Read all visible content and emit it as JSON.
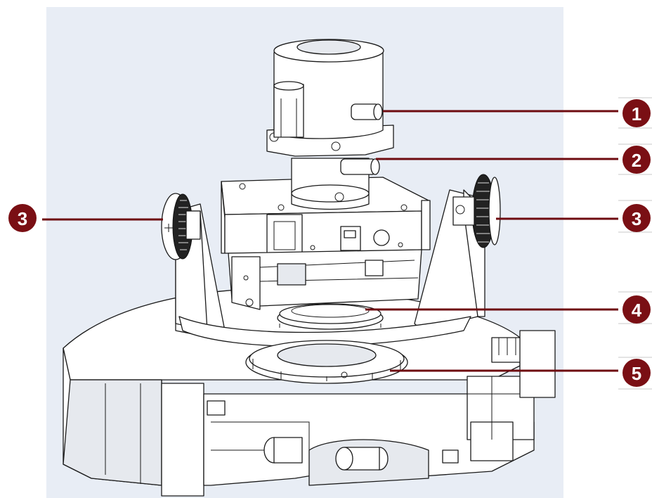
{
  "colors": {
    "panel_background": "#e8edf5",
    "callout": "#7a0f14",
    "callout_line": "#6e0b10",
    "rule_gray": "#c8c8c8"
  },
  "callouts": [
    {
      "number": "1",
      "target": "rotating-knob-top"
    },
    {
      "number": "2",
      "target": "rotating-knob-lower"
    },
    {
      "number": "3",
      "target": "thumb-screw-left"
    },
    {
      "number": "3",
      "target": "thumb-screw-right"
    },
    {
      "number": "4",
      "target": "lens-ring-upper"
    },
    {
      "number": "5",
      "target": "lens-ring-lower"
    }
  ]
}
